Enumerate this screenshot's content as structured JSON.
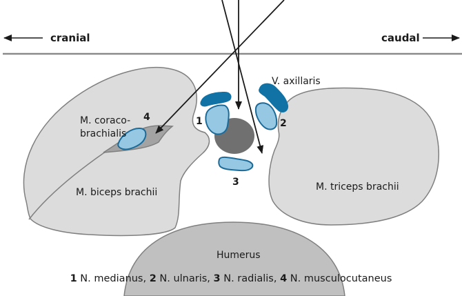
{
  "orientation": {
    "left": "cranial",
    "right": "caudal"
  },
  "labels": {
    "muscle_coraco_line1": "M. coraco-",
    "muscle_coraco_line2": "brachialis",
    "muscle_biceps": "M. biceps brachii",
    "muscle_triceps": "M. triceps brachii",
    "bone": "Humerus",
    "vein": "V. axillaris"
  },
  "nerve_numbers": {
    "n1": "1",
    "n2": "2",
    "n3": "3",
    "n4": "4"
  },
  "legend": [
    {
      "num": "1",
      "text": " N. medianus,"
    },
    {
      "num": "2",
      "text": " N. ulnaris,"
    },
    {
      "num": "3",
      "text": " N. radialis,"
    },
    {
      "num": "4",
      "text": " N. musculocutaneus"
    }
  ],
  "colors": {
    "muscle_fill": "#dcdcdc",
    "outline": "#7f7f7f",
    "coracobrachialis_fill": "#a3a3a3",
    "nerve_fill": "#96c8e3",
    "nerve_stroke": "#1b6a98",
    "vein": "#1173a5",
    "artery": "#707070",
    "bone": "#c0c0c0"
  }
}
